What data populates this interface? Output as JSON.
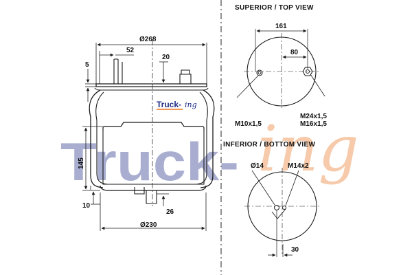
{
  "views": {
    "top_header": "SUPERIOR / TOP VIEW",
    "bottom_header": "INFERIOR / BOTTOM VIEW"
  },
  "watermark": {
    "main": "Truck-",
    "script": "ing"
  },
  "logo": {
    "main": "Truck-",
    "script": "ing"
  },
  "side_dims": {
    "top_diameter": "Ø268",
    "offset_52": "52",
    "offset_20": "20",
    "height_5": "5",
    "height_145": "145",
    "height_10": "10",
    "offset_26": "26",
    "bottom_diameter": "Ø230"
  },
  "top_view_dims": {
    "width_161": "161",
    "width_80": "80",
    "thread_m10": "M10x1,5",
    "thread_m24": "M24x1,5",
    "thread_m16": "M16x1,5"
  },
  "bottom_view_dims": {
    "hole_14": "Ø14",
    "thread_m14": "M14x2",
    "offset_30": "30"
  },
  "colors": {
    "watermark_blue": "#1f2d86",
    "watermark_orange": "#e87722",
    "line": "#1a1a1a",
    "divider": "#555555"
  }
}
